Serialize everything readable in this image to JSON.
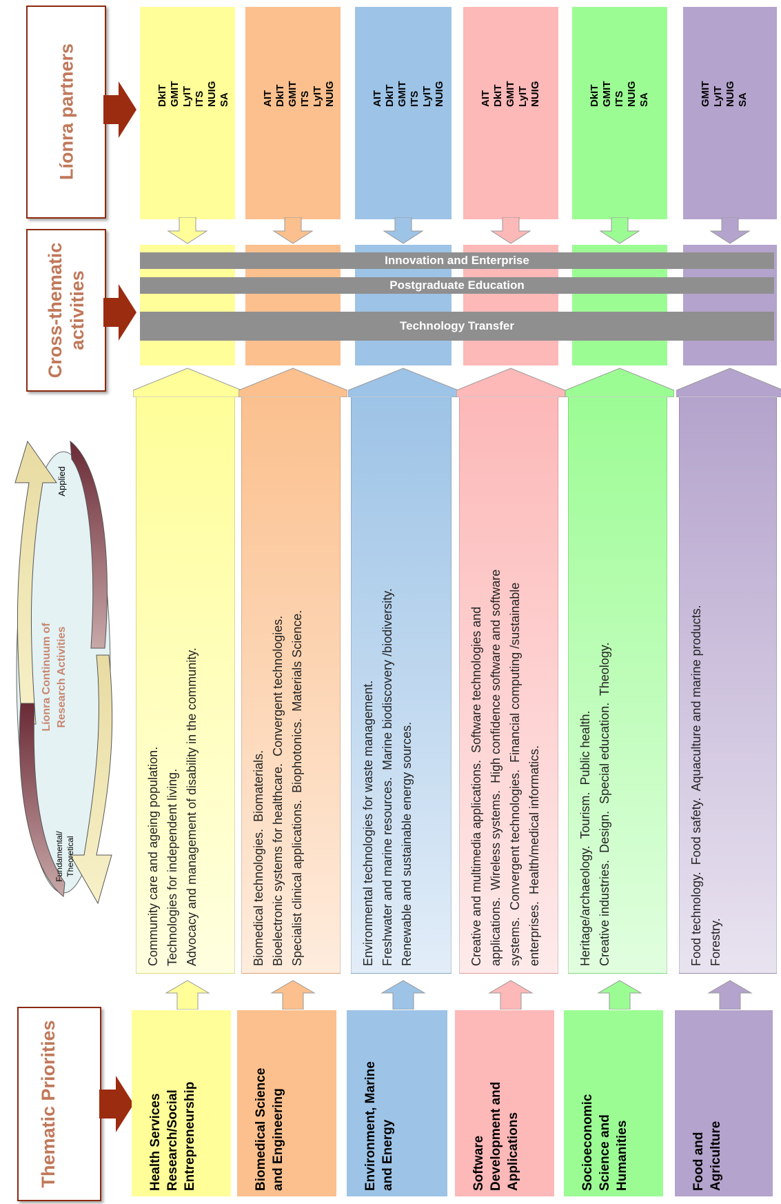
{
  "headers": {
    "partners": "Líonra partners",
    "cross": "Cross-thematic activities",
    "thematic": "Thematic Priorities"
  },
  "continuum": {
    "title": "Líonra Continuum of Research Activities",
    "applied": "Applied",
    "fundamental": "Fundamental/ Theoretical"
  },
  "bars": {
    "innovation": "Innovation and Enterprise",
    "postgraduate": "Postgraduate Education",
    "technology": "Technology Transfer"
  },
  "columns": [
    {
      "color": "#fffe99",
      "partners": "DkIT\nGMIT\nLyIT\nITS\nNUIG\nSA",
      "activities": "Community care and ageing population.\nTechnologies for independent living.\nAdvocacy and management of disability in the community.",
      "priority": "Health Services\nResearch/Social\nEntrepreneurship"
    },
    {
      "color": "#fbc08e",
      "partners": "AIT\nDkIT\nGMIT\nITS\nLyIT\nNUIG",
      "activities": "Biomedical technologies.  Biomaterials.\nBioelectronic systems for healthcare.  Convergent technologies.\nSpecialist clinical applications.  Biophotonics.  Materials Science.",
      "priority": "Biomedical Science\nand Engineering"
    },
    {
      "color": "#9dc3e6",
      "partners": "AIT\nDkIT\nGMIT\nITS\nLyIT\nNUIG",
      "activities": "Environmental technologies for waste management.\nFreshwater and marine resources.  Marine biodiscovery /biodiversity.\nRenewable and sustainable energy sources.",
      "priority": "Environment, Marine\nand Energy"
    },
    {
      "color": "#fdb8b8",
      "partners": "AIT\nDkIT\nGMIT\nLyIT\nNUIG",
      "activities": "Creative and multimedia applications.  Software technologies and\napplications.  Wireless systems.  High confidence software and software\nsystems.  Convergent technologies.  Financial computing /sustainable\nenterprises.  Health/medical informatics.",
      "priority": "Software\nDevelopment and\nApplications"
    },
    {
      "color": "#9cfc94",
      "partners": "DkIT\nGMIT\nITS\nNUIG\nSA",
      "activities": "Heritage/archaeology.  Tourism.  Public health.\nCreative industries.  Design.  Special education.  Theology.",
      "priority": "Socioeconomic\nScience and\nHumanities"
    },
    {
      "color": "#b4a3cc",
      "partners": "GMIT\nLyIT\nNUIG\nSA",
      "activities": "Food technology.  Food safety.  Aquaculture and marine products.\nForestry.",
      "priority": "Food and\nAgriculture"
    }
  ]
}
